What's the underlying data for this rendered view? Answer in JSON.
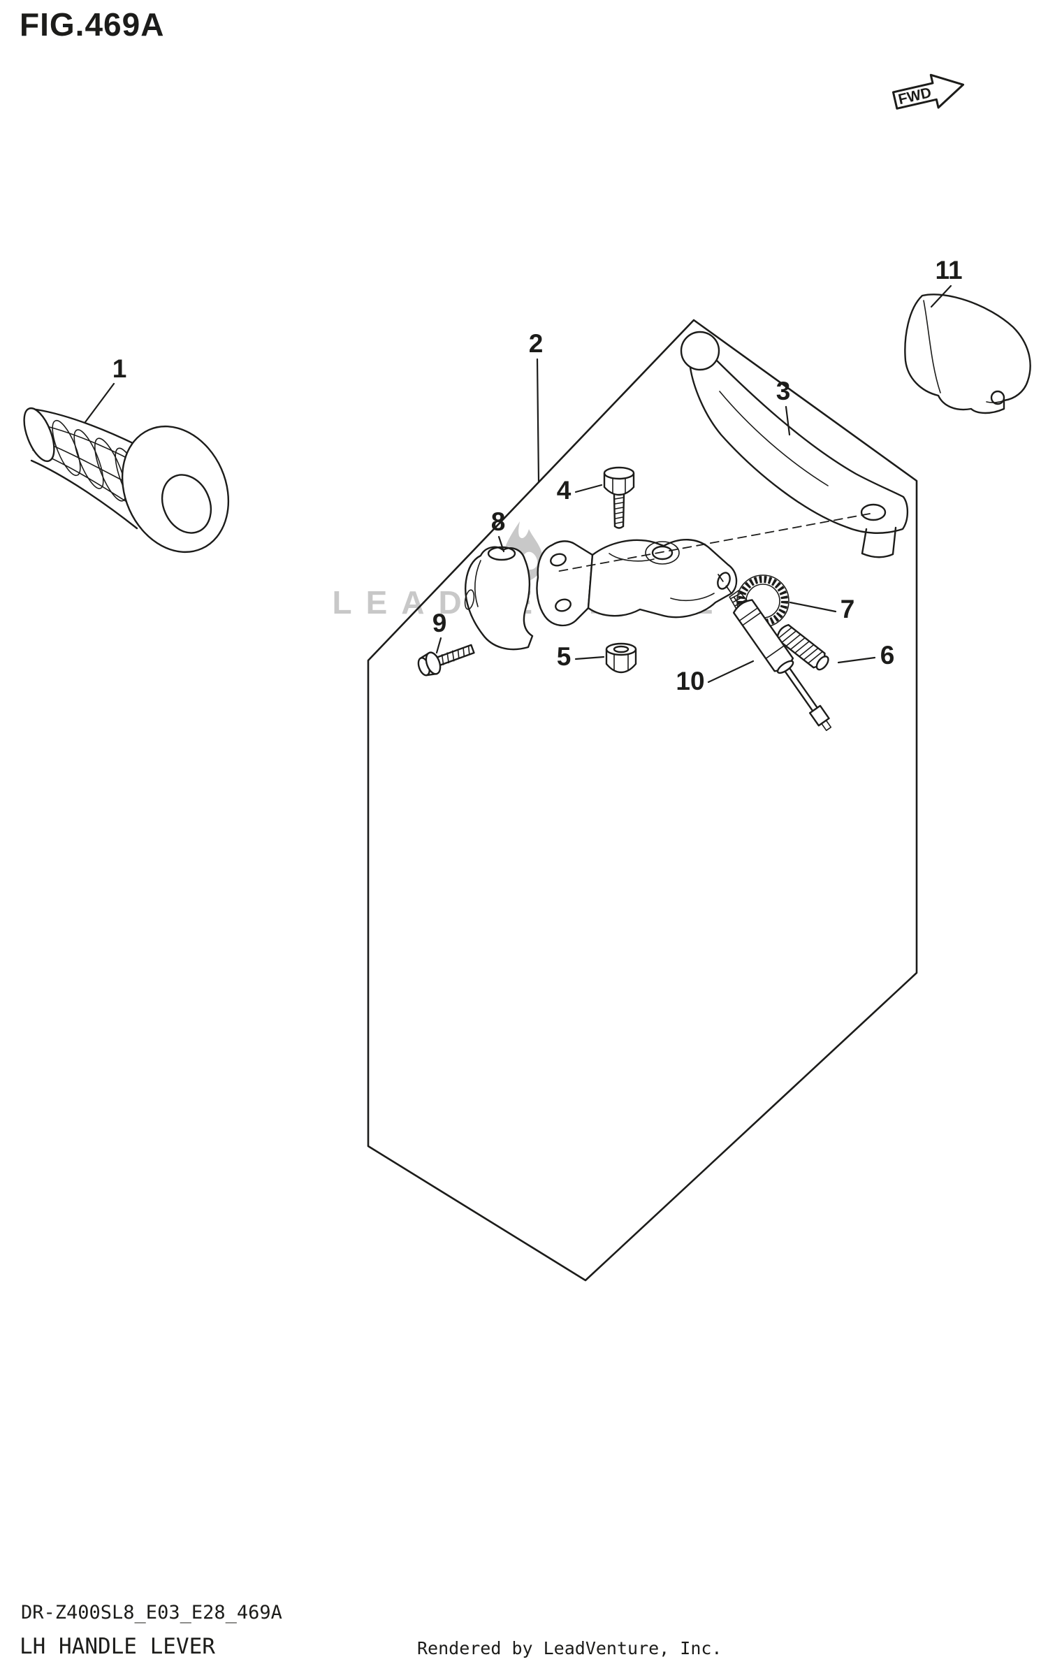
{
  "theme": {
    "ink": "#1c1c1a",
    "wm": "#c8c8c8",
    "paper": "#ffffff"
  },
  "page": {
    "figure_title": "FIG.469A",
    "fwd_label": "FWD",
    "watermark_text": "LEADVENTURE"
  },
  "callouts": [
    {
      "label": "1"
    },
    {
      "label": "2"
    },
    {
      "label": "3"
    },
    {
      "label": "4"
    },
    {
      "label": "5"
    },
    {
      "label": "6"
    },
    {
      "label": "7"
    },
    {
      "label": "8"
    },
    {
      "label": "9"
    },
    {
      "label": "10"
    },
    {
      "label": "11"
    }
  ],
  "footer": {
    "part_code": "DR-Z400SL8_E03_E28_469A",
    "figure_name": "LH HANDLE LEVER",
    "rendered_by": "Rendered by LeadVenture, Inc."
  }
}
